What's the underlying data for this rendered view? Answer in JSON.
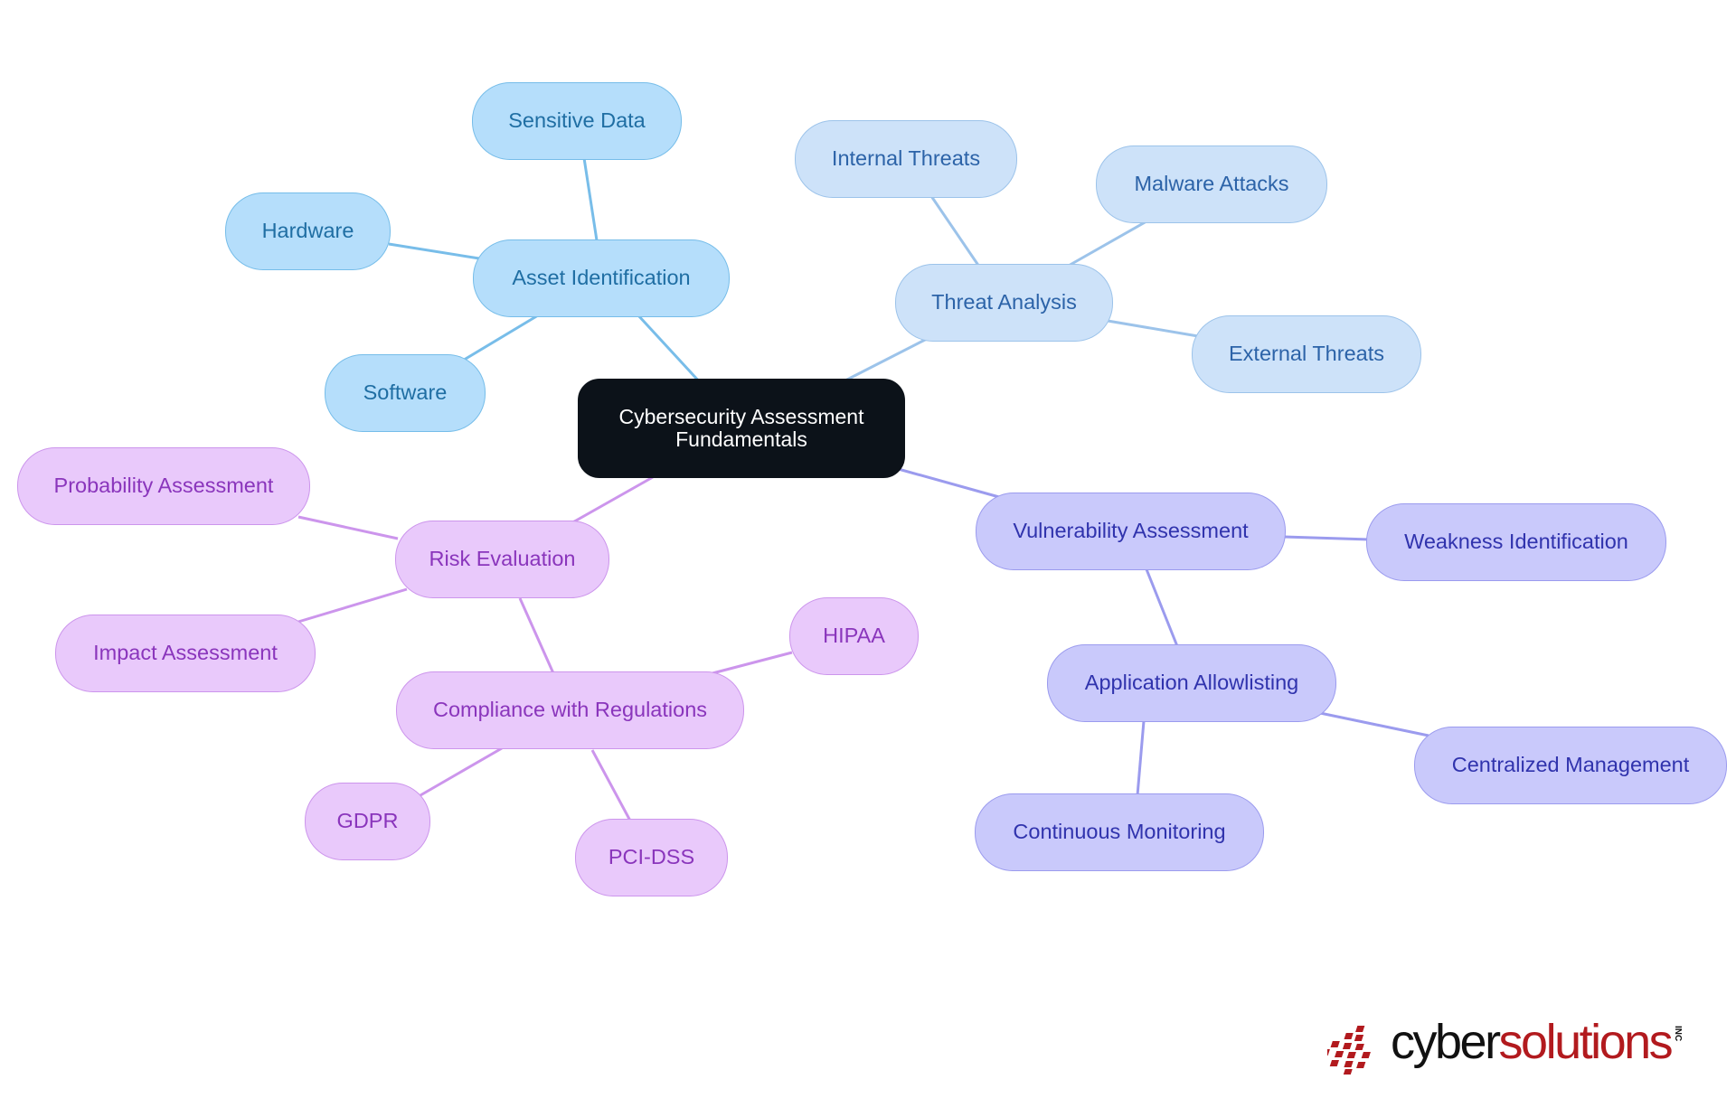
{
  "mindmap": {
    "root": "Cybersecurity Assessment Fundamentals",
    "branches": [
      {
        "label": "Asset Identification",
        "color": "#b5defb",
        "children": [
          "Sensitive Data",
          "Hardware",
          "Software"
        ]
      },
      {
        "label": "Threat Analysis",
        "color": "#cde2f9",
        "children": [
          "Internal Threats",
          "Malware Attacks",
          "External Threats"
        ]
      },
      {
        "label": "Vulnerability Assessment",
        "color": "#c9c9fb",
        "children": [
          "Weakness Identification",
          "Application Allowlisting"
        ],
        "sub": {
          "label": "Application Allowlisting",
          "children": [
            "Centralized Management",
            "Continuous Monitoring"
          ]
        }
      },
      {
        "label": "Risk Evaluation",
        "color": "#e9c9fb",
        "children": [
          "Probability Assessment",
          "Impact Assessment",
          "Compliance with Regulations"
        ],
        "sub": {
          "label": "Compliance with Regulations",
          "children": [
            "HIPAA",
            "GDPR",
            "PCI-DSS"
          ]
        }
      }
    ]
  },
  "logo": {
    "word_part1": "cyber",
    "word_part2": "solutions",
    "suffix": "INC",
    "colors": {
      "dark": "#111111",
      "red": "#b21a1e"
    }
  }
}
